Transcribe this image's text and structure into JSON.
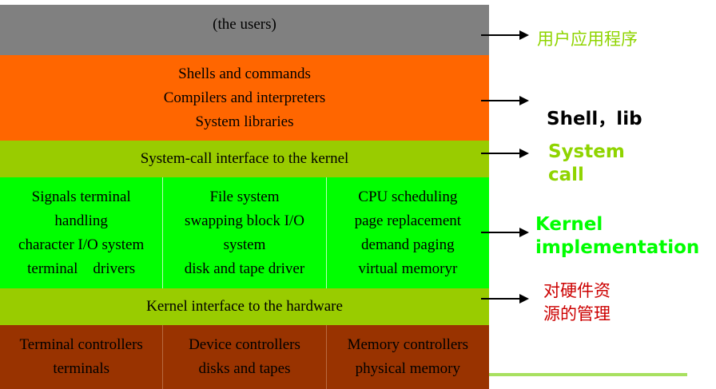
{
  "diagram": {
    "layers": {
      "users": {
        "lines": [
          "(the users)"
        ]
      },
      "shells": {
        "lines": [
          "Shells and commands",
          "Compilers and interpreters",
          "System libraries"
        ]
      },
      "syscall": {
        "lines": [
          "System-call interface to the kernel"
        ]
      },
      "kernel": {
        "columns": [
          {
            "lines": [
              "Signals terminal",
              "handling",
              "character I/O system",
              "terminal    drivers"
            ]
          },
          {
            "lines": [
              "File system",
              "swapping block I/O",
              "system",
              "disk and tape driver"
            ]
          },
          {
            "lines": [
              "CPU scheduling",
              "page replacement",
              "demand paging",
              "virtual memoryr"
            ]
          }
        ]
      },
      "hardware_interface": {
        "lines": [
          "Kernel interface to the hardware"
        ]
      },
      "controllers": {
        "columns": [
          {
            "lines": [
              "Terminal controllers",
              "terminals"
            ]
          },
          {
            "lines": [
              "Device controllers",
              "disks and tapes"
            ]
          },
          {
            "lines": [
              "Memory controllers",
              "physical memory"
            ]
          }
        ]
      }
    },
    "annotations": {
      "apps": {
        "lines": [
          "用户应用程序"
        ]
      },
      "shell_lib": {
        "lines": [
          "Shell，lib"
        ]
      },
      "system_call": {
        "lines": [
          "System",
          "call"
        ]
      },
      "kernel_impl": {
        "lines": [
          "Kernel",
          "implementation"
        ]
      },
      "hw_resources": {
        "lines": [
          "对硬件资",
          "源的管理"
        ]
      }
    },
    "colors": {
      "users": "#808080",
      "shells": "#ff6600",
      "interface": "#99cc00",
      "kernel": "#00ff00",
      "controllers": "#993300",
      "annotation_green": "#8fd400",
      "annotation_red": "#cc0000"
    }
  }
}
